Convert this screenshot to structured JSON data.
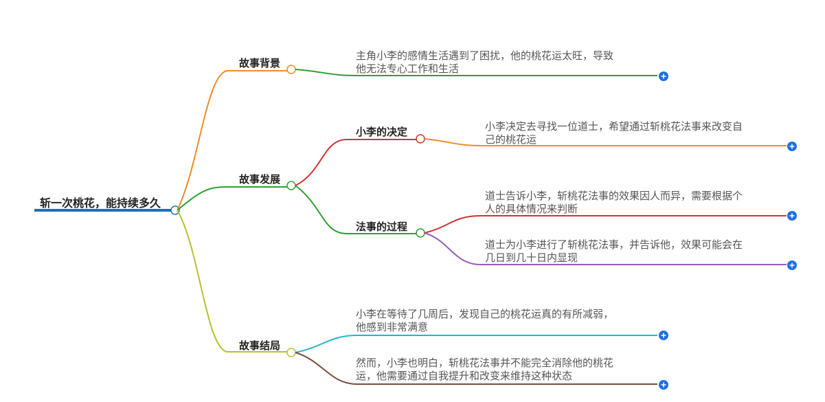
{
  "root": {
    "title": "斩一次桃花，能持续多久",
    "color": "#1f6fb5"
  },
  "branches": [
    {
      "id": "bg",
      "title": "故事背景",
      "color": "#f28a1f",
      "leaf": {
        "lines": [
          "主角小李的感情生活遇到了困扰，他的桃花运太旺，导致",
          "他无法专心工作和生活"
        ],
        "color": "#2e9e2e"
      }
    },
    {
      "id": "dev",
      "title": "故事发展",
      "color": "#2e9e2e",
      "children": [
        {
          "id": "decision",
          "title": "小李的决定",
          "color": "#d23232",
          "leaves": [
            {
              "lines": [
                "小李决定去寻找一位道士，希望通过斩桃花法事来改变自",
                "己的桃花运"
              ],
              "color": "#f28a1f"
            }
          ]
        },
        {
          "id": "process",
          "title": "法事的过程",
          "color": "#2e9e2e",
          "leaves": [
            {
              "lines": [
                "道士告诉小李，斩桃花法事的效果因人而异，需要根据个",
                "人的具体情况来判断"
              ],
              "color": "#d23232"
            },
            {
              "lines": [
                "道士为小李进行了斩桃花法事，并告诉他，效果可能会在",
                "几日到几十日内显现"
              ],
              "color": "#9b59b6"
            }
          ]
        }
      ]
    },
    {
      "id": "end",
      "title": "故事结局",
      "color": "#b8c12b",
      "leaves": [
        {
          "lines": [
            "小李在等待了几周后，发现自己的桃花运真的有所减弱，",
            "他感到非常满意"
          ],
          "color": "#26b5c4"
        },
        {
          "lines": [
            "然而，小李也明白，斩桃花法事并不能完全消除他的桃花",
            "运，他需要通过自我提升和改变来维持这种状态"
          ],
          "color": "#7a4a3a"
        }
      ]
    }
  ],
  "expand_button_color": "#1e6fe0",
  "icons": {
    "expand": "plus-circle-icon"
  }
}
